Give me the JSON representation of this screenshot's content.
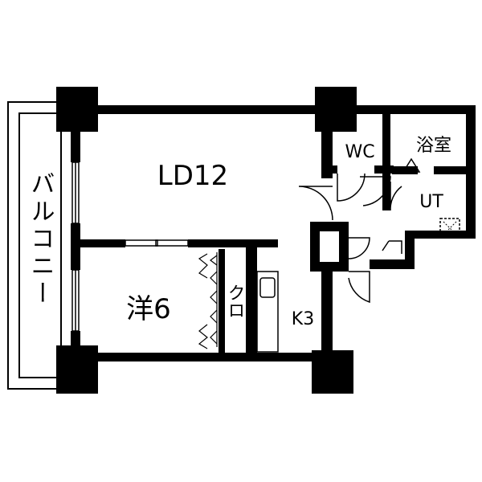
{
  "floorplan": {
    "rooms": {
      "living_dining": "LD12",
      "western_room": "洋6",
      "closet": "クロ",
      "kitchen": "K3",
      "toilet": "WC",
      "bathroom": "浴室",
      "utility": "UT",
      "balcony": "バルコニー"
    },
    "colors": {
      "wall": "#000000",
      "background": "#ffffff"
    }
  }
}
